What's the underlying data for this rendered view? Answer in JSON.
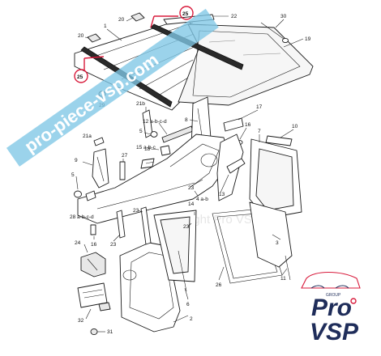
{
  "watermark": {
    "site": "pro-piece-vsp.com",
    "ghost": "Copyright Pro VSP"
  },
  "logo": {
    "line1": "Pro",
    "line2": "VSP",
    "tag": "GROUP"
  },
  "colors": {
    "highlight": "#d81b3c",
    "watermark_band": "#7fc6e6",
    "logo": "#1f2d5a",
    "logo_accent": "#d81b3c"
  },
  "callouts": {
    "c1": "1",
    "c2": "2",
    "c3": "3",
    "c4": "4 a-b",
    "c5a": "5",
    "c5b": "5",
    "c6": "6",
    "c7": "7",
    "c8": "8",
    "c9": "9",
    "c10": "10",
    "c11": "11",
    "c12": "12 a-b-c-d",
    "c13": "13",
    "c14": "14",
    "c15": "15 a-b-c",
    "c16a": "16",
    "c16b": "16",
    "c17": "17",
    "c18": "18",
    "c19": "19",
    "c20a": "20",
    "c20b": "20",
    "c21a": "21a",
    "c21b": "21b",
    "c22": "22",
    "c23a": "23",
    "c23b": "23",
    "c23c": "23",
    "c24": "24",
    "c25a": "25",
    "c25b": "25",
    "c26": "26",
    "c27": "27",
    "c28": "28 a-b-c-d",
    "c29": "29",
    "c30": "30",
    "c31": "31",
    "c32": "32"
  }
}
